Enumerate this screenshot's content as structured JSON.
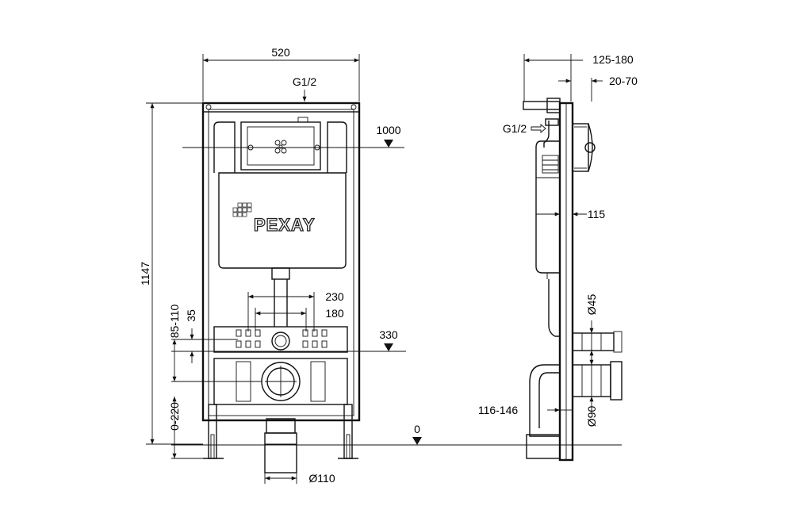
{
  "front_view": {
    "width": "520",
    "height": "1147",
    "inlet": "G1/2",
    "cistern_level": "1000",
    "flush_height": "330",
    "floor_level": "0",
    "spacing_outer": "230",
    "spacing_inner": "180",
    "bolt_range": "85-110",
    "bolt_offset": "35",
    "adjust_range": "0-220",
    "drain_diameter": "Ø110",
    "brand": "PEXAY"
  },
  "side_view": {
    "depth_range": "125-180",
    "plate_range": "20-70",
    "inlet": "G1/2",
    "frame_depth": "115",
    "flush_pipe_diameter": "Ø45",
    "drain_diameter": "Ø90",
    "drain_offset": "116-146"
  }
}
